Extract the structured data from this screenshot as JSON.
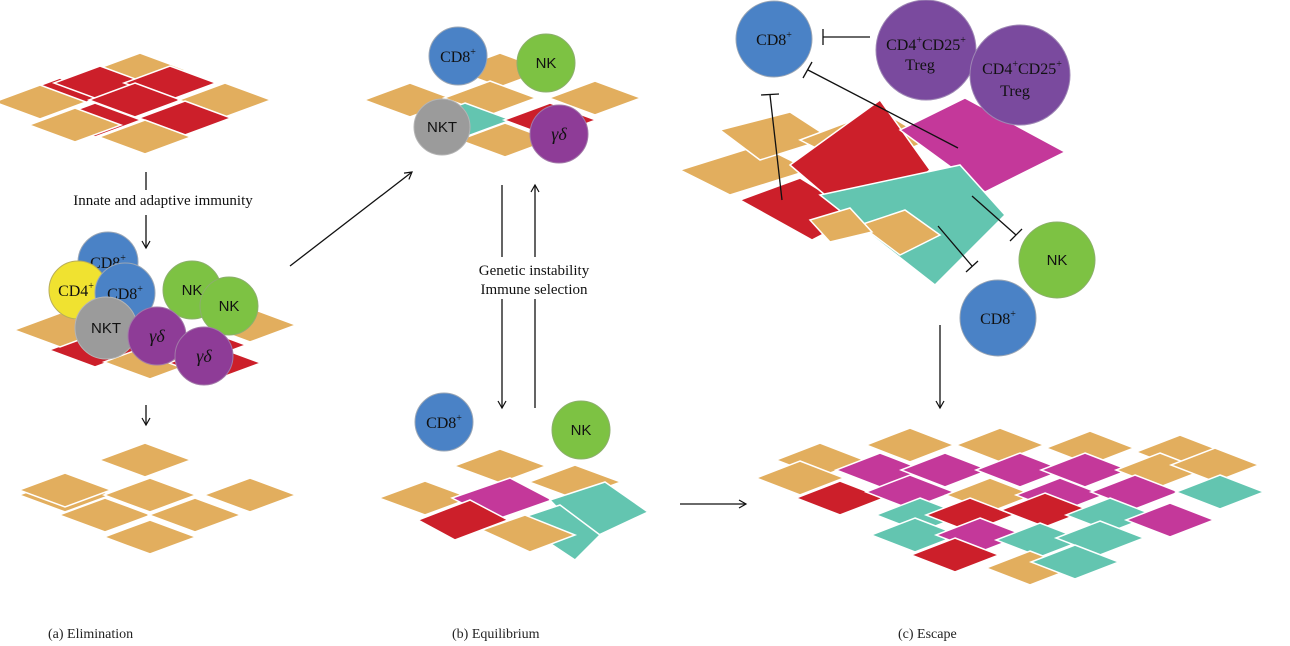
{
  "captions": {
    "a": "(a) Elimination",
    "b": "(b) Equilibrium",
    "c": "(c) Escape"
  },
  "annotations": {
    "innate_adaptive": "Innate and adaptive immunity",
    "genetic_instability": "Genetic instability",
    "immune_selection": "Immune selection"
  },
  "cells": {
    "cd8": "CD8",
    "cd4": "CD4",
    "nk": "NK",
    "nkt": "NKT",
    "gd": "γδ",
    "cd4cd25_a": "CD4",
    "cd4cd25_b": "CD25",
    "treg": "Treg",
    "plus": "+"
  },
  "colors": {
    "normal_tile": "#E2AE5E",
    "tumor_red": "#CC1F2A",
    "tumor_magenta": "#C4389A",
    "tumor_teal": "#63C5B0",
    "cd8": "#4A82C6",
    "cd4": "#F0E230",
    "nk": "#7DC243",
    "nkt": "#9B9B9B",
    "gd": "#8E3C97",
    "treg": "#7A4A9E"
  }
}
